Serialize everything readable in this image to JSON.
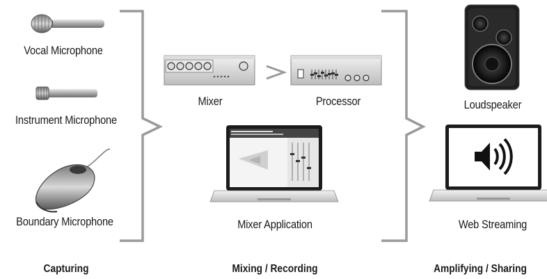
{
  "devices": {
    "vocal_mic": "Vocal Microphone",
    "instrument_mic": "Instrument Microphone",
    "boundary_mic": "Boundary Microphone",
    "mixer": "Mixer",
    "processor": "Processor",
    "mixer_app": "Mixer Application",
    "loudspeaker": "Loudspeaker",
    "web_streaming": "Web Streaming"
  },
  "stages": {
    "capturing": "Capturing",
    "mixing": "Mixing / Recording",
    "amplifying": "Amplifying / Sharing"
  },
  "colors": {
    "bracket": "#9a9a9a",
    "device_body": "#cfcfcf",
    "device_dark": "#3a3a3a"
  },
  "icons": [
    "vocal-microphone-icon",
    "instrument-microphone-icon",
    "boundary-microphone-icon",
    "mixer-icon",
    "processor-icon",
    "laptop-mixer-app-icon",
    "loudspeaker-icon",
    "laptop-speaker-icon"
  ]
}
